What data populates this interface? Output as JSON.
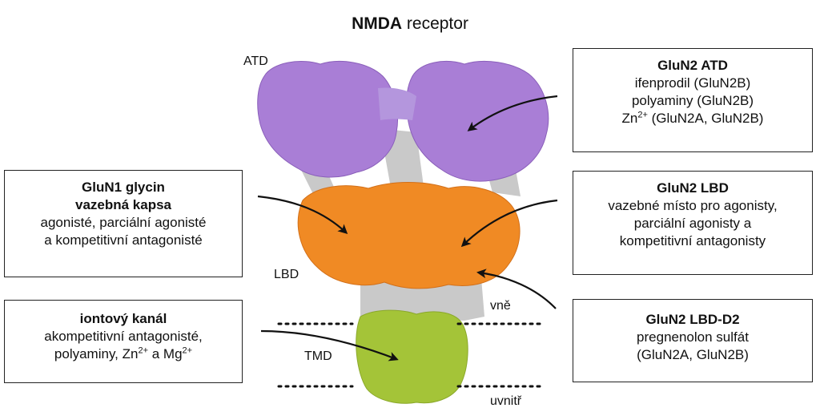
{
  "title": {
    "bold": "NMDA",
    "rest": " receptor"
  },
  "domains": {
    "atd": "ATD",
    "lbd": "LBD",
    "tmd": "TMD"
  },
  "membrane": {
    "outside": "vně",
    "inside": "uvnitř"
  },
  "boxes": {
    "glun2_atd": {
      "heading": "GluN2 ATD",
      "line1": "ifenprodil (GluN2B)",
      "line2": "polyaminy (GluN2B)",
      "line3_pre": "Zn",
      "line3_sup": "2+",
      "line3_post": " (GluN2A, GluN2B)"
    },
    "glun1": {
      "heading1": "GluN1 glycin",
      "heading2": "vazebná kapsa",
      "line1": "agonisté, parciální agonisté",
      "line2": "a kompetitivní antagonisté"
    },
    "glun2_lbd": {
      "heading": "GluN2 LBD",
      "line1": "vazebné místo pro agonisty,",
      "line2": "parciální agonisty a",
      "line3": "kompetitivní antagonisty"
    },
    "channel": {
      "heading": "iontový kanál",
      "line1": "akompetitivní antagonisté,",
      "line2_pre": "polyaminy, Zn",
      "line2_sup1": "2+",
      "line2_mid": " a Mg",
      "line2_sup2": "2+"
    },
    "glun2_d2": {
      "heading": "GluN2 LBD-D2",
      "line1": "pregnenolon sulfát",
      "line2": "(GluN2A, GluN2B)"
    }
  },
  "colors": {
    "atd": "#a97ed6",
    "lbd": "#f08a24",
    "tmd": "#a4c438",
    "linker": "#c9c9c9"
  }
}
